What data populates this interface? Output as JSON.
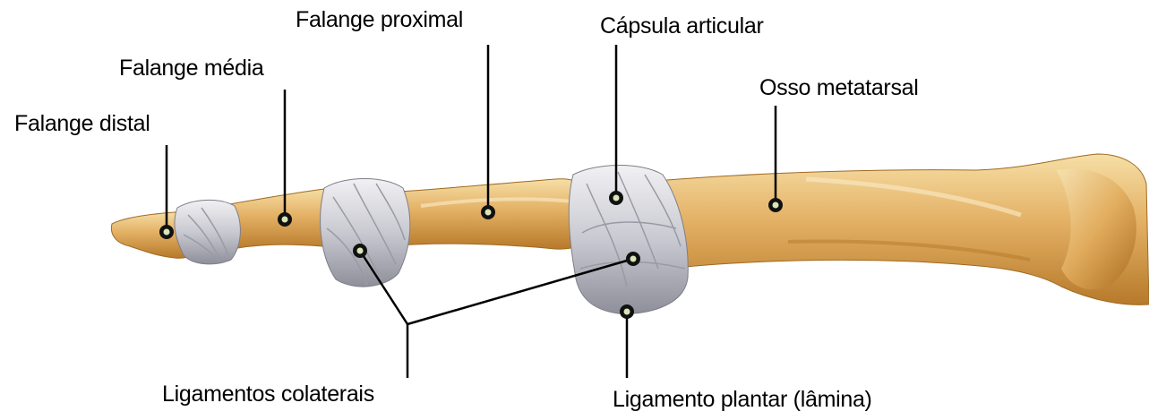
{
  "labels": {
    "falange_distal": "Falange distal",
    "falange_media": "Falange média",
    "falange_proximal": "Falange proximal",
    "capsula_articular": "Cápsula articular",
    "osso_metatarsal": "Osso metatarsal",
    "ligamentos_colaterais": "Ligamentos colaterais",
    "ligamento_plantar": "Ligamento plantar (lâmina)"
  },
  "colors": {
    "bone_light": "#f3d79a",
    "bone_mid": "#dca35a",
    "bone_dark": "#b0741f",
    "ligament_light": "#e9e9ee",
    "ligament_dark": "#9a9aa6",
    "leader_line": "#000000",
    "marker_fill": "#d8e6b8"
  }
}
